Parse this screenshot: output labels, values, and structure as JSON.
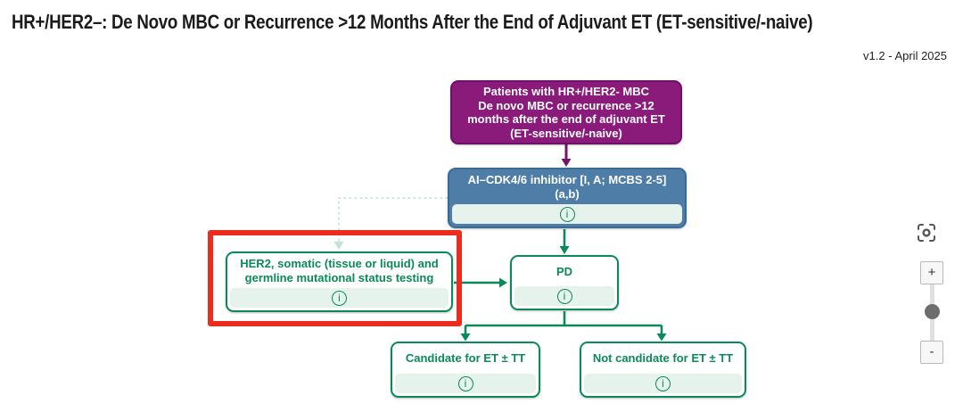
{
  "page": {
    "title": "HR+/HER2–: De Novo MBC or Recurrence >12 Months After the End of Adjuvant ET (ET-sensitive/-naive)",
    "version": "v1.2 - April 2025"
  },
  "icons": {
    "info": "i",
    "zoom_in": "+",
    "zoom_out": "-",
    "fit_view": "reset-zoom-crosshair"
  },
  "flowchart": {
    "nodes": {
      "patients": {
        "text": "Patients with HR+/HER2- MBC\nDe novo MBC or recurrence >12\nmonths after the end of adjuvant ET\n(ET-sensitive/-naive)"
      },
      "ai_cdk46": {
        "text": "AI–CDK4/6 inhibitor [I, A; MCBS 2-5]\n(a,b)",
        "has_info": true
      },
      "her2_testing": {
        "text": "HER2, somatic (tissue or liquid) and\ngermline mutational status testing",
        "has_info": true,
        "highlighted": true
      },
      "pd": {
        "text": "PD",
        "has_info": true
      },
      "candidate": {
        "text": "Candidate for ET ± TT",
        "has_info": true
      },
      "not_candidate": {
        "text": "Not candidate for ET ± TT",
        "has_info": true
      }
    }
  },
  "colors": {
    "purple_fill": "#8a1b7b",
    "purple_border": "#6e1063",
    "blue_fill": "#4e7da8",
    "blue_border": "#3c6a96",
    "green": "#0a8a58",
    "light_green_strip": "#e6f2ec",
    "dotted_connector": "#c2e4d4",
    "highlight_red": "#ee2c1e"
  }
}
